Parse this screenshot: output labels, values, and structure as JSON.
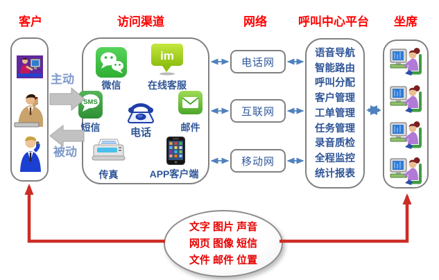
{
  "headers": {
    "customer": "客户",
    "channels": "访问渠道",
    "network": "网络",
    "platform": "呼叫中心平台",
    "agents": "坐席"
  },
  "flow_labels": {
    "active": "主动",
    "passive": "被动"
  },
  "channels": {
    "wechat": {
      "label": "微信"
    },
    "online_service": {
      "label": "在线客服",
      "icon_text": "im"
    },
    "sms": {
      "label": "短信",
      "icon_text": "SMS"
    },
    "telephone": {
      "label": "电话"
    },
    "email": {
      "label": "邮件"
    },
    "fax": {
      "label": "传真"
    },
    "app": {
      "label": "APP客户端"
    }
  },
  "network": {
    "telephone_net": "电话网",
    "internet": "互联网",
    "mobile_net": "移动网"
  },
  "platform": {
    "features": [
      "语音导航",
      "智能路由",
      "呼叫分配",
      "客户管理",
      "工单管理",
      "任务管理",
      "录音质检",
      "全程监控",
      "统计报表"
    ]
  },
  "media_bubble": {
    "line1": "文字 图片 声音",
    "line2": "网页 图像 短信",
    "line3": "文件 邮件 位置"
  },
  "colors": {
    "header_red": "#FF0000",
    "label_blue": "#2F5597",
    "flow_gray_blue": "#7E99C8",
    "arrow_blue": "#4F81BD",
    "arrow_red": "#CC2D25",
    "box_border_gray": "#808080"
  }
}
